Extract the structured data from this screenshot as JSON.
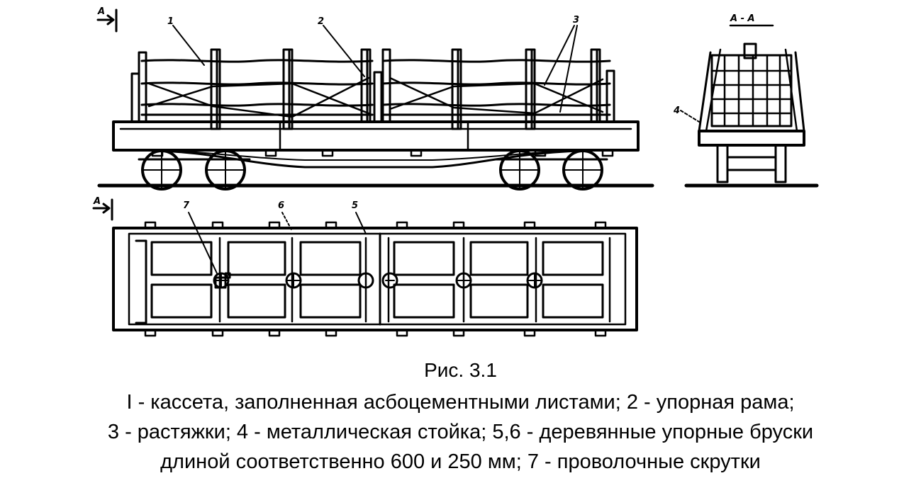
{
  "labels": {
    "section_a": "А",
    "section_title": "А - А",
    "n1": "1",
    "n2": "2",
    "n3": "3",
    "n4": "4",
    "n5": "5",
    "n6": "6",
    "n7": "7"
  },
  "caption": {
    "title": "Рис. 3.1",
    "line1": "I - кассета, заполненная асбоцементными листами; 2 - упорная рама;",
    "line2": "3 - растяжки; 4 - металлическая стойка; 5,6 - деревянные упорные бруски",
    "line3": "длиной соответственно 600 и 250 мм; 7 - проволочные скрутки"
  }
}
